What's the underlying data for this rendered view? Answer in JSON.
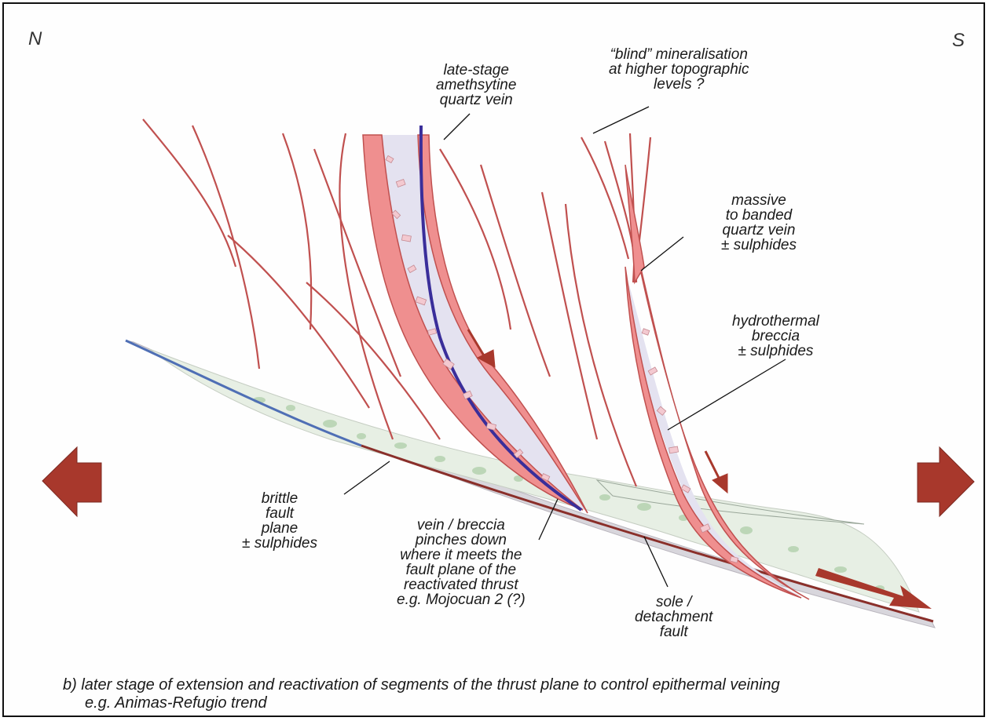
{
  "compass": {
    "north": "N",
    "south": "S"
  },
  "labels": {
    "late_stage_vein": "late-stage\namethsytine\nquartz vein",
    "blind_mineralisation": "“blind” mineralisation\nat higher topographic\nlevels ?",
    "massive_banded_vein": "massive\nto banded\nquartz vein\n± sulphides",
    "hydrothermal_breccia": "hydrothermal\nbreccia\n± sulphides",
    "brittle_fault_plane": "brittle\nfault\nplane\n± sulphides",
    "vein_pinches": "vein / breccia\npinches down\nwhere it meets the\nfault plane of the\nreactivated thrust\ne.g. Mojocuan 2 (?)",
    "sole_detachment": "sole /\ndetachment\nfault"
  },
  "caption": {
    "line1": "b) later stage of extension and reactivation of segments of the thrust plane to control epithermal veining",
    "line2": "e.g. Animas-Refugio trend"
  },
  "colors": {
    "fault_red": "#c0504f",
    "vein_pink": "#ef8f8f",
    "breccia_fill": "#e4e2f0",
    "amethyst_blue": "#3a2e9a",
    "thrust_blue": "#4f6fb5",
    "breccia_green": "#c9dcc6",
    "arrow_red": "#a8382c"
  }
}
